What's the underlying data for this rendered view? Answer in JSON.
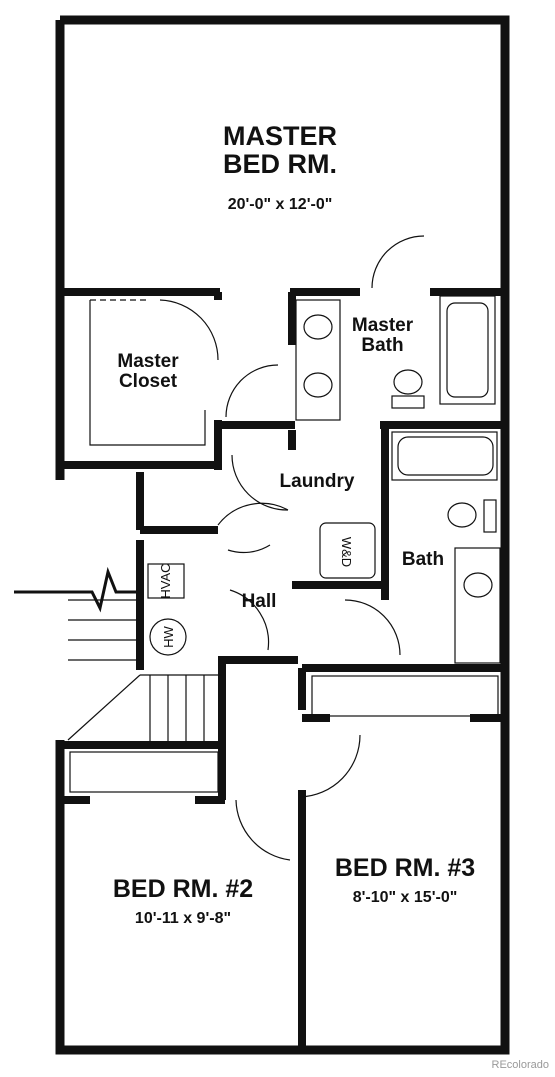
{
  "rooms": {
    "master": {
      "name_line1": "MASTER",
      "name_line2": "BED RM.",
      "dims": "20'-0\" x 12'-0\""
    },
    "master_closet": {
      "line1": "Master",
      "line2": "Closet"
    },
    "master_bath": {
      "line1": "Master",
      "line2": "Bath"
    },
    "laundry": {
      "name": "Laundry"
    },
    "bath": {
      "name": "Bath"
    },
    "hall": {
      "name": "Hall"
    },
    "bed2": {
      "name": "BED RM. #2",
      "dims": "10'-11 x 9'-8\""
    },
    "bed3": {
      "name": "BED RM. #3",
      "dims": "8'-10\" x 15'-0\""
    }
  },
  "fixtures": {
    "washer_dryer": "W&D",
    "hvac": "HVAC",
    "water_heater": "HW"
  },
  "watermark": "REcolorado"
}
